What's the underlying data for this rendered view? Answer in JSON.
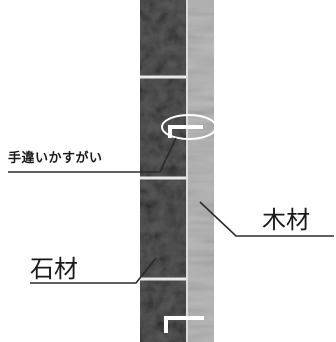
{
  "labels": {
    "joint": "手違いかすがい",
    "wood": "木材",
    "stone": "石材"
  },
  "colors": {
    "stone_dark": "#4a4a4a",
    "stone_mid": "#6e6e6e",
    "wood_light": "#b4b4b4",
    "grout": "#e8e8e8",
    "leader": "#2a2a2a"
  },
  "icons": [
    "cramp-icon-upper",
    "cramp-icon-lower"
  ]
}
